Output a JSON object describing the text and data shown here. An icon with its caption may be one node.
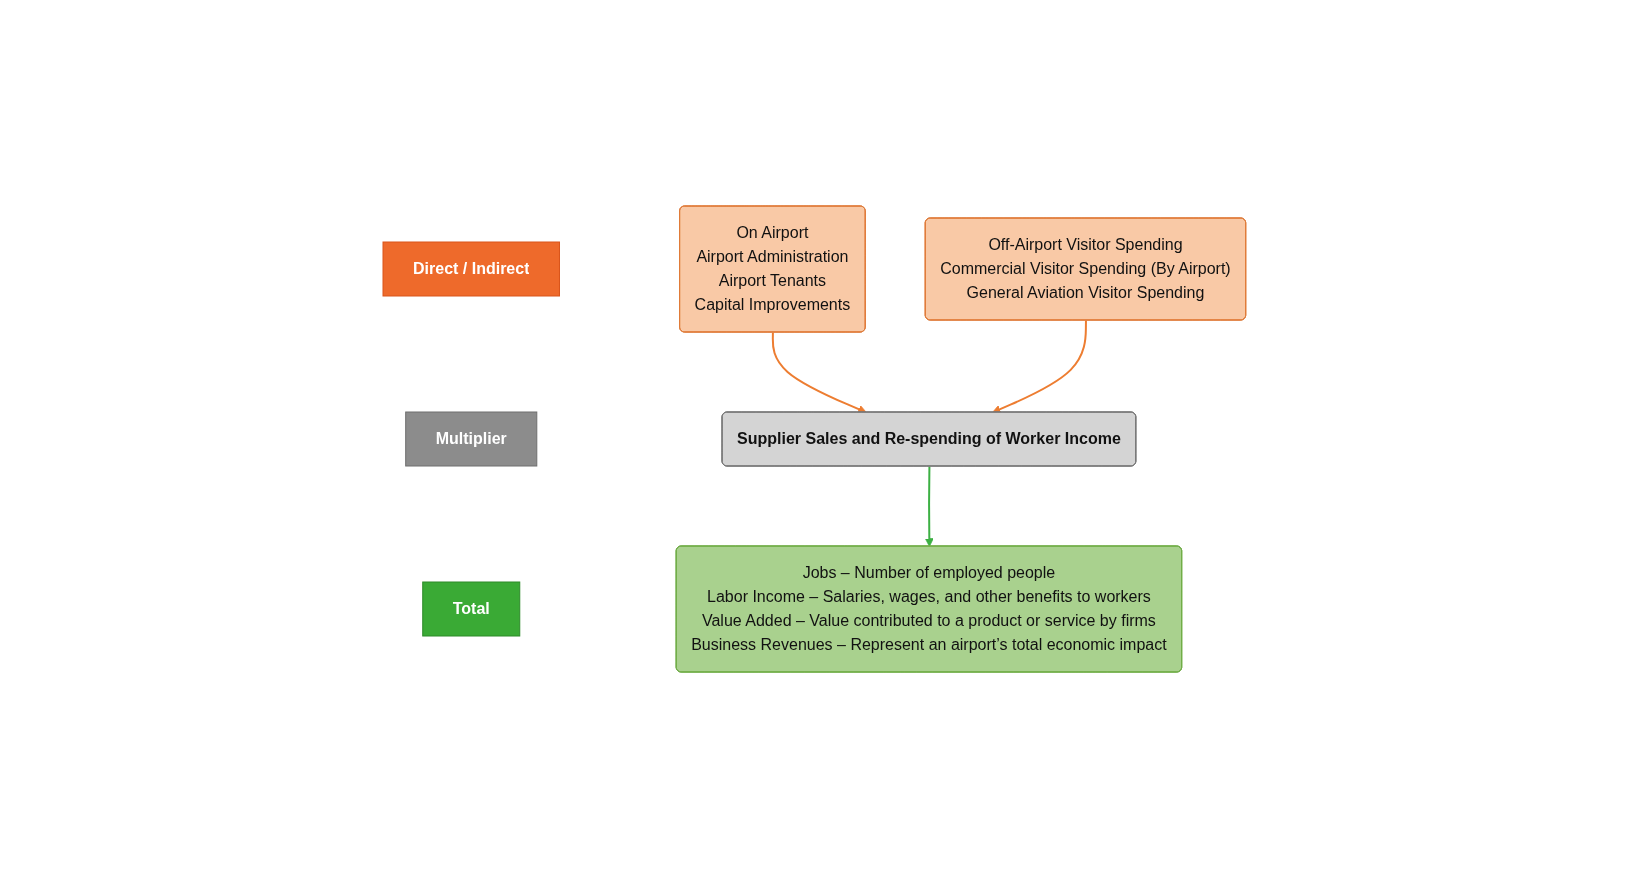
{
  "diagram": {
    "nodes": [
      {
        "text": [
          "Direct / Indirect"
        ]
      },
      {
        "text": [
          "Multiplier"
        ]
      },
      {
        "text": [
          "Total"
        ]
      },
      {
        "text": [
          "On Airport",
          "Airport Administration",
          "Airport Tenants",
          "Capital Improvements"
        ]
      },
      {
        "text": [
          "Off-Airport Visitor Spending",
          "Commercial Visitor Spending (By Airport)",
          "General Aviation Visitor Spending"
        ]
      },
      {
        "text": [
          "Supplier Sales and Re-spending of Worker Income"
        ]
      },
      {
        "text": [
          "Jobs – Number of employed people",
          "Labor Income – Salaries, wages, and other benefits to workers",
          "Value Added – Value contributed to a product or service by firms",
          "Business Revenues – Represent an airport’s total economic impact"
        ]
      }
    ],
    "edges": [
      {
        "from": 3,
        "to": 5,
        "arrow": "to",
        "color": "#ed7d31"
      },
      {
        "from": 4,
        "to": 5,
        "arrow": "to",
        "color": "#ed7d31"
      },
      {
        "from": 5,
        "to": 6,
        "arrow": "to",
        "color": "#3cb043"
      }
    ]
  }
}
